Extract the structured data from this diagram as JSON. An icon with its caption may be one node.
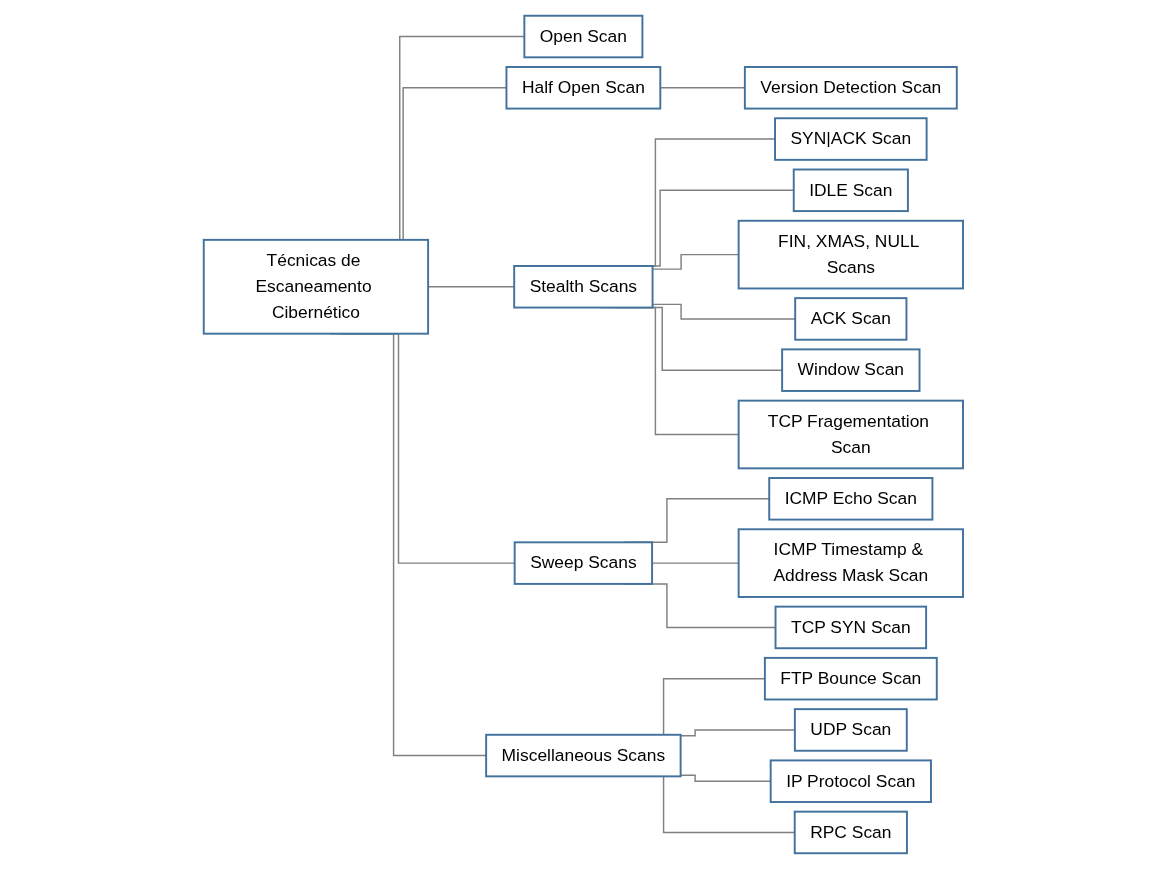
{
  "diagram": {
    "nodes": [
      {
        "text": [
          "Técnicas de Escaneamento Cibernético"
        ]
      },
      {
        "text": [
          "Open Scan"
        ]
      },
      {
        "text": [
          "Half Open Scan"
        ]
      },
      {
        "text": [
          "Stealth Scans"
        ]
      },
      {
        "text": [
          "Sweep Scans"
        ]
      },
      {
        "text": [
          "Miscellaneous Scans"
        ]
      },
      {
        "text": [
          "Version Detection Scan"
        ]
      },
      {
        "text": [
          "SYN|ACK Scan"
        ]
      },
      {
        "text": [
          "IDLE Scan"
        ]
      },
      {
        "text": [
          "FIN, XMAS, NULL Scans"
        ]
      },
      {
        "text": [
          "ACK Scan"
        ]
      },
      {
        "text": [
          "Window Scan"
        ]
      },
      {
        "text": [
          "TCP Fragementation Scan"
        ]
      },
      {
        "text": [
          "ICMP Echo Scan"
        ]
      },
      {
        "text": [
          "ICMP Timestamp & Address Mask Scan"
        ]
      },
      {
        "text": [
          "TCP SYN Scan"
        ]
      },
      {
        "text": [
          "FTP Bounce Scan"
        ]
      },
      {
        "text": [
          "UDP Scan"
        ]
      },
      {
        "text": [
          "IP Protocol Scan"
        ]
      },
      {
        "text": [
          "RPC Scan"
        ]
      }
    ],
    "edges": [
      {
        "from": 0,
        "to": 1,
        "arrow": "none"
      },
      {
        "from": 0,
        "to": 2,
        "arrow": "none"
      },
      {
        "from": 0,
        "to": 3,
        "arrow": "none"
      },
      {
        "from": 0,
        "to": 4,
        "arrow": "none"
      },
      {
        "from": 0,
        "to": 5,
        "arrow": "none"
      },
      {
        "from": 2,
        "to": 6,
        "arrow": "none"
      },
      {
        "from": 3,
        "to": 7,
        "arrow": "none"
      },
      {
        "from": 3,
        "to": 8,
        "arrow": "none"
      },
      {
        "from": 3,
        "to": 9,
        "arrow": "none"
      },
      {
        "from": 3,
        "to": 10,
        "arrow": "none"
      },
      {
        "from": 3,
        "to": 11,
        "arrow": "none"
      },
      {
        "from": 3,
        "to": 12,
        "arrow": "none"
      },
      {
        "from": 4,
        "to": 13,
        "arrow": "none"
      },
      {
        "from": 4,
        "to": 14,
        "arrow": "none"
      },
      {
        "from": 4,
        "to": 15,
        "arrow": "none"
      },
      {
        "from": 5,
        "to": 16,
        "arrow": "none"
      },
      {
        "from": 5,
        "to": 17,
        "arrow": "none"
      },
      {
        "from": 5,
        "to": 18,
        "arrow": "none"
      },
      {
        "from": 5,
        "to": 19,
        "arrow": "none"
      }
    ]
  }
}
